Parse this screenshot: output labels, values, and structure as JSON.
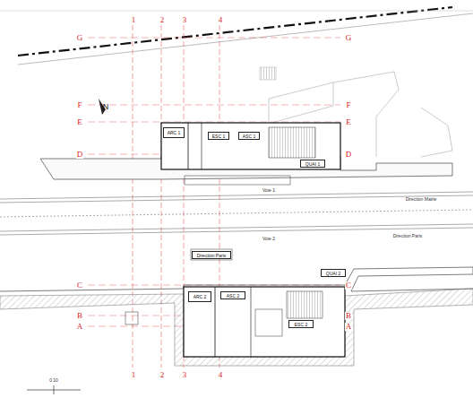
{
  "diagram": {
    "nodes": [
      {
        "text": [
          "ARC 1"
        ]
      },
      {
        "text": [
          "ESC 1"
        ]
      },
      {
        "text": [
          "ASC 1"
        ]
      },
      {
        "text": [
          "QUAI 1"
        ]
      },
      {
        "text": [
          "Direction Paris"
        ]
      },
      {
        "text": [
          "ARC 2"
        ]
      },
      {
        "text": [
          "ASC 2"
        ]
      },
      {
        "text": [
          "ESC 2"
        ]
      },
      {
        "text": [
          "QUAI 2"
        ]
      }
    ],
    "labels": [
      "1",
      "2",
      "3",
      "4",
      "1",
      "2",
      "3",
      "4",
      "G",
      "G",
      "F",
      "F",
      "E",
      "E",
      "D",
      "D",
      "C",
      "C",
      "B",
      "B",
      "A",
      "A",
      "N",
      "Direction Mairie",
      "Direction Paris",
      "Voie 1",
      "Voie 2",
      "0 10"
    ]
  }
}
